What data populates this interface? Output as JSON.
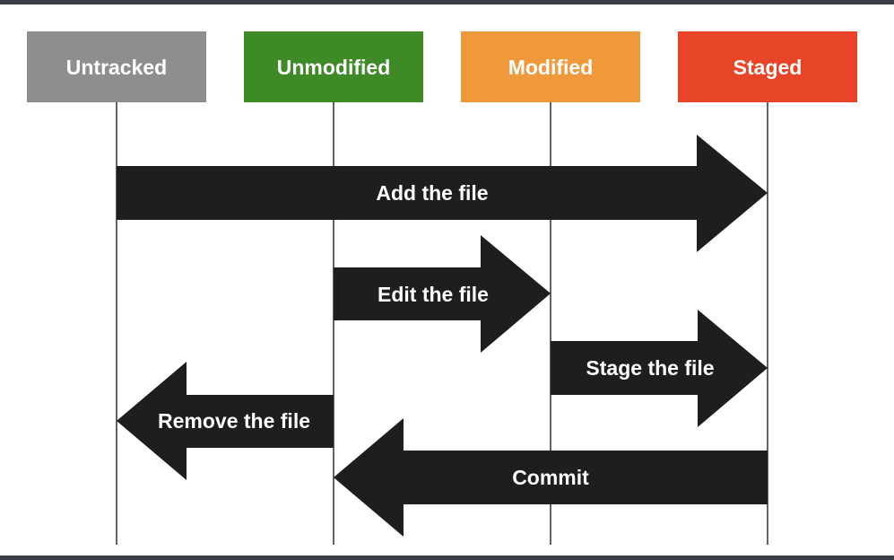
{
  "states": [
    {
      "id": "untracked",
      "label": "Untracked",
      "color": "#8e8e8e"
    },
    {
      "id": "unmodified",
      "label": "Unmodified",
      "color": "#3e8a27"
    },
    {
      "id": "modified",
      "label": "Modified",
      "color": "#f0993a"
    },
    {
      "id": "staged",
      "label": "Staged",
      "color": "#e84428"
    }
  ],
  "transitions": [
    {
      "id": "add",
      "label": "Add the file",
      "from": "untracked",
      "to": "staged"
    },
    {
      "id": "edit",
      "label": "Edit the file",
      "from": "unmodified",
      "to": "modified"
    },
    {
      "id": "stage",
      "label": "Stage the file",
      "from": "modified",
      "to": "staged"
    },
    {
      "id": "remove",
      "label": "Remove the file",
      "from": "unmodified",
      "to": "untracked"
    },
    {
      "id": "commit",
      "label": "Commit",
      "from": "staged",
      "to": "unmodified"
    }
  ],
  "arrow_color": "#1e1e1e",
  "line_color": "#111111"
}
